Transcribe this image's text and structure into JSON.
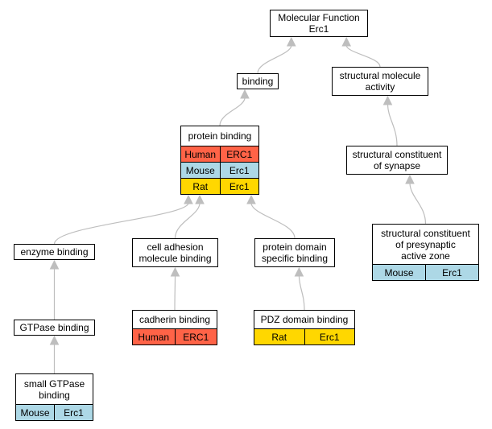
{
  "colors": {
    "human": "#ff6347",
    "mouse": "#add8e6",
    "rat": "#ffd700",
    "edge": "#bebebe"
  },
  "nodes": {
    "molecular_function": {
      "title": "Molecular Function\nErc1"
    },
    "binding": {
      "title": "binding"
    },
    "structural_molecule_activity": {
      "title": "structural molecule\nactivity"
    },
    "protein_binding": {
      "title": "protein binding",
      "annotations": [
        {
          "species": "Human",
          "gene": "ERC1",
          "color": "#ff6347"
        },
        {
          "species": "Mouse",
          "gene": "Erc1",
          "color": "#add8e6"
        },
        {
          "species": "Rat",
          "gene": "Erc1",
          "color": "#ffd700"
        }
      ]
    },
    "structural_constituent_of_synapse": {
      "title": "structural constituent\nof synapse"
    },
    "enzyme_binding": {
      "title": "enzyme binding"
    },
    "cell_adhesion_molecule_binding": {
      "title": "cell adhesion\nmolecule binding"
    },
    "protein_domain_specific_binding": {
      "title": "protein domain\nspecific binding"
    },
    "structural_constituent_presynaptic_active_zone": {
      "title": "structural constituent\nof presynaptic\nactive zone",
      "annotations": [
        {
          "species": "Mouse",
          "gene": "Erc1",
          "color": "#add8e6"
        }
      ]
    },
    "gtpase_binding": {
      "title": "GTPase binding"
    },
    "cadherin_binding": {
      "title": "cadherin binding",
      "annotations": [
        {
          "species": "Human",
          "gene": "ERC1",
          "color": "#ff6347"
        }
      ]
    },
    "pdz_domain_binding": {
      "title": "PDZ domain binding",
      "annotations": [
        {
          "species": "Rat",
          "gene": "Erc1",
          "color": "#ffd700"
        }
      ]
    },
    "small_gtpase_binding": {
      "title": "small GTPase\nbinding",
      "annotations": [
        {
          "species": "Mouse",
          "gene": "Erc1",
          "color": "#add8e6"
        }
      ]
    }
  },
  "edges": [
    {
      "from": "binding",
      "to": "molecular_function"
    },
    {
      "from": "structural_molecule_activity",
      "to": "molecular_function"
    },
    {
      "from": "protein_binding",
      "to": "binding"
    },
    {
      "from": "structural_constituent_of_synapse",
      "to": "structural_molecule_activity"
    },
    {
      "from": "enzyme_binding",
      "to": "protein_binding"
    },
    {
      "from": "cell_adhesion_molecule_binding",
      "to": "protein_binding"
    },
    {
      "from": "protein_domain_specific_binding",
      "to": "protein_binding"
    },
    {
      "from": "structural_constituent_presynaptic_active_zone",
      "to": "structural_constituent_of_synapse"
    },
    {
      "from": "gtpase_binding",
      "to": "enzyme_binding"
    },
    {
      "from": "cadherin_binding",
      "to": "cell_adhesion_molecule_binding"
    },
    {
      "from": "pdz_domain_binding",
      "to": "protein_domain_specific_binding"
    },
    {
      "from": "small_gtpase_binding",
      "to": "gtpase_binding"
    }
  ]
}
